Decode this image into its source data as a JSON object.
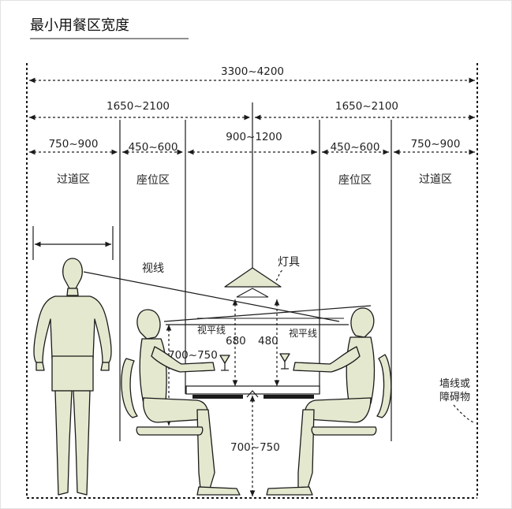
{
  "title": "最小用餐区宽度",
  "dimensions": {
    "total": "3300~4200",
    "half_left": "1650~2100",
    "half_right": "1650~2100",
    "aisle_left": "750~900",
    "seat_left": "450~600",
    "table": "900~1200",
    "seat_right": "450~600",
    "aisle_right": "750~900"
  },
  "zones": {
    "aisle_left": "过道区",
    "seat_left": "座位区",
    "seat_right": "座位区",
    "aisle_right": "过道区"
  },
  "labels": {
    "sight_line": "视线",
    "lamp": "灯具",
    "eye_level_left": "视平线",
    "eye_level_right": "视平线",
    "lamp_height_left": "680",
    "lamp_height_right": "480",
    "seated_height": "700~750",
    "table_height": "700~750",
    "wall_line_1": "墙线或",
    "wall_line_2": "障碍物"
  },
  "colors": {
    "figure_fill": "#e4e8ce",
    "line": "#1a1a1a"
  }
}
